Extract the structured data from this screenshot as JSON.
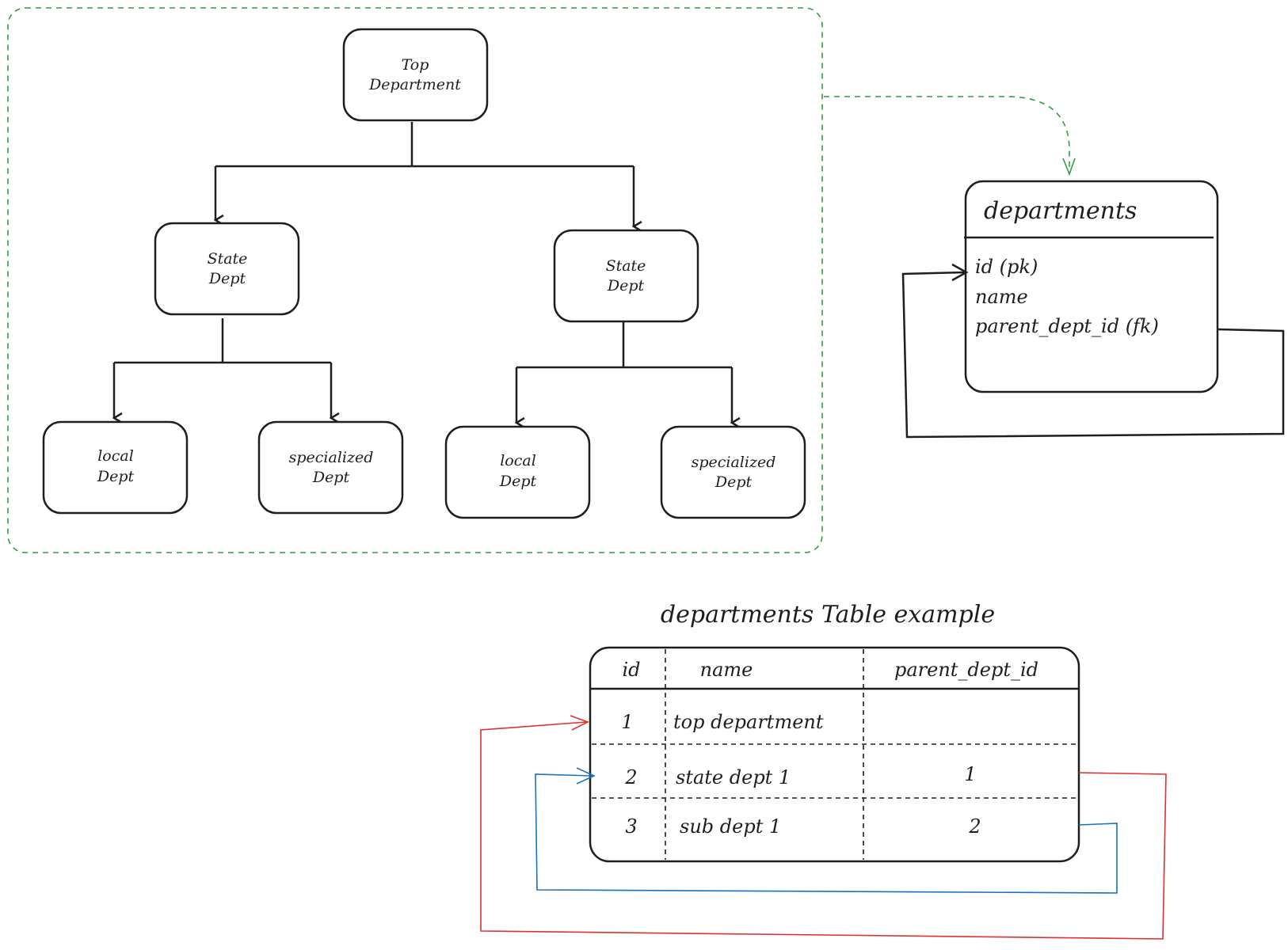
{
  "colors": {
    "ink": "#1e1e1e",
    "group_border": "#2f9e44",
    "red_link": "#e03131",
    "blue_link": "#1971c2"
  },
  "tree": {
    "top": [
      "Top",
      "Department"
    ],
    "state_left": [
      "State",
      "Dept"
    ],
    "state_right": [
      "State",
      "Dept"
    ],
    "local_left": [
      "local",
      "Dept"
    ],
    "special_left": [
      "specialized",
      "Dept"
    ],
    "local_right": [
      "local",
      "Dept"
    ],
    "special_right": [
      "specialized",
      "Dept"
    ]
  },
  "entity": {
    "name": "departments",
    "fields": [
      "id (pk)",
      "name",
      "parent_dept_id (fk)"
    ]
  },
  "example": {
    "title": "departments Table example",
    "columns": [
      "id",
      "name",
      "parent_dept_id"
    ],
    "rows": [
      [
        "1",
        "top department",
        ""
      ],
      [
        "2",
        "state dept 1",
        "1"
      ],
      [
        "3",
        "sub dept 1",
        "2"
      ]
    ]
  }
}
